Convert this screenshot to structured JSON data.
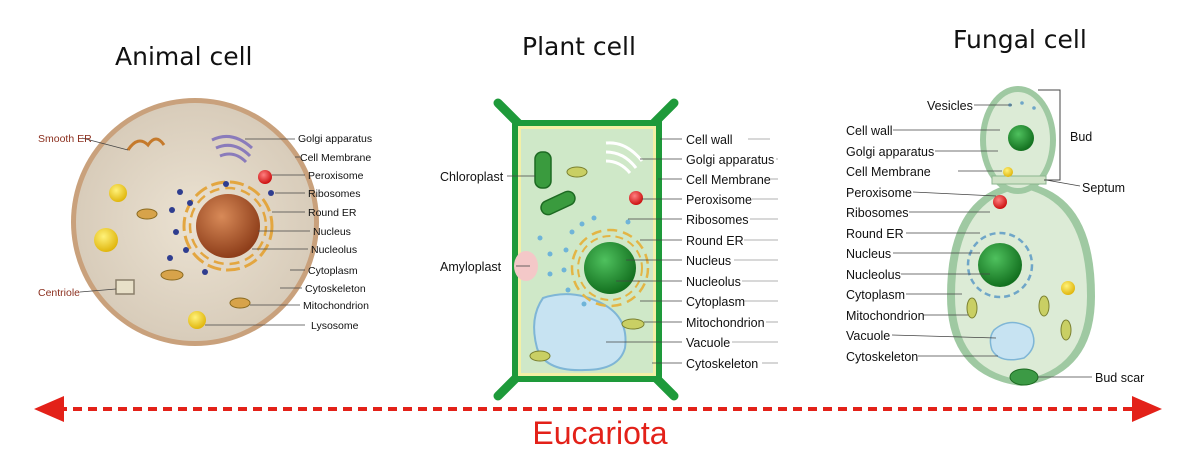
{
  "titles": {
    "animal": "Animal cell",
    "plant": "Plant cell",
    "fungal": "Fungal cell"
  },
  "animal_labels": {
    "left": [
      "Smooth ER",
      "Centriole"
    ],
    "right": [
      "Golgi apparatus",
      "Cell Membrane",
      "Peroxisome",
      "Ribosomes",
      "Round ER",
      "Nucleus",
      "Nucleolus",
      "Cytoplasm",
      "Cytoskeleton",
      "Mitochondrion",
      "Lysosome"
    ]
  },
  "plant_labels": {
    "left": [
      "Chloroplast",
      "Amyloplast"
    ],
    "right": [
      "Cell wall",
      "Golgi apparatus",
      "Cell Membrane",
      "Peroxisome",
      "Ribosomes",
      "Round ER",
      "Nucleus",
      "Nucleolus",
      "Cytoplasm",
      "Mitochondrion",
      "Vacuole",
      "Cytoskeleton"
    ]
  },
  "fungal_labels": {
    "left": [
      "Vesicles",
      "Cell wall",
      "Golgi apparatus",
      "Cell Membrane",
      "Peroxisome",
      "Ribosomes",
      "Round ER",
      "Nucleus",
      "Nucleolus",
      "Cytoplasm",
      "Mitochondrion",
      "Vacuole",
      "Cytoskeleton"
    ],
    "right": [
      "Bud",
      "Septum",
      "Bud scar"
    ]
  },
  "footer": "Eucariota",
  "colors": {
    "arrow": "#e32119",
    "animal_left_label": "#8b2f1e",
    "plant_wall": "#1e9a3a",
    "nucleus_green": "#1f8f2e",
    "nucleus_brown": "#9c4a22"
  }
}
